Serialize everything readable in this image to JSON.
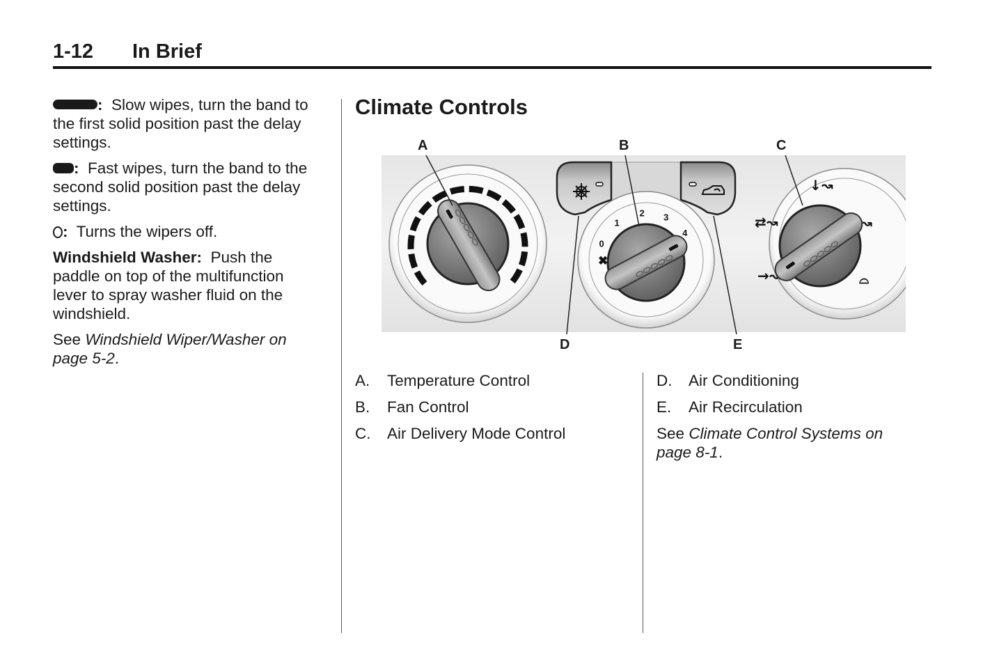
{
  "header": {
    "page_number": "1-12",
    "section": "In Brief"
  },
  "left_column": {
    "slow_wipes": {
      "symbol": "slow-wipe-band-icon",
      "colon": ":",
      "text": "Slow wipes, turn the band to the first solid position past the delay settings."
    },
    "fast_wipes": {
      "symbol": "fast-wipe-band-icon",
      "colon": ":",
      "text": "Fast wipes, turn the band to the second solid position past the delay settings."
    },
    "off": {
      "symbol": "off-circle-icon",
      "colon": ":",
      "text": "Turns the wipers off."
    },
    "washer": {
      "heading": "Windshield Washer:",
      "text": "Push the paddle on top of the multifunction lever to spray washer fluid on the windshield."
    },
    "see_also": {
      "prefix": "See",
      "reference": "Windshield Wiper/Washer on page 5-2",
      "suffix": "."
    }
  },
  "climate": {
    "title": "Climate Controls",
    "figure": {
      "callouts": [
        "A",
        "B",
        "C",
        "D",
        "E"
      ],
      "fan_speeds": [
        "0",
        "1",
        "2",
        "3",
        "4"
      ],
      "icons": [
        "ac-snowflake-icon",
        "recirculation-car-icon",
        "fan-off-icon",
        "floor-vent-icon",
        "bi-level-vent-icon",
        "panel-vent-icon",
        "defrost-floor-icon",
        "windshield-defrost-icon"
      ]
    },
    "legend_left": [
      {
        "letter": "A.",
        "label": "Temperature Control"
      },
      {
        "letter": "B.",
        "label": "Fan Control"
      },
      {
        "letter": "C.",
        "label": "Air Delivery Mode Control"
      }
    ],
    "legend_right": [
      {
        "letter": "D.",
        "label": "Air Conditioning"
      },
      {
        "letter": "E.",
        "label": "Air Recirculation"
      }
    ],
    "see_also": {
      "prefix": "See",
      "reference": "Climate Control Systems on page 8-1",
      "suffix": "."
    }
  }
}
